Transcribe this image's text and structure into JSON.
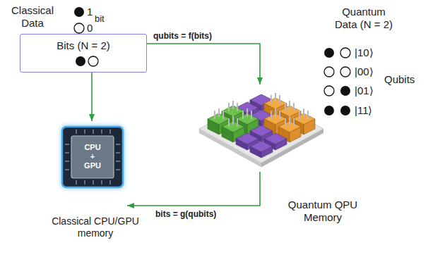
{
  "diagram": {
    "nodes": [
      {
        "text": [
          "Bits (N = 2)"
        ]
      },
      {
        "text": [
          "Quantum QPU Memory"
        ]
      },
      {
        "text": [
          "CPU + GPU",
          "Classical CPU/GPU memory"
        ]
      }
    ],
    "edges": [
      {
        "from": 0,
        "to": 1,
        "arrow": "to",
        "label": "qubits = f(bits)"
      },
      {
        "from": 0,
        "to": 2,
        "arrow": "to"
      },
      {
        "from": 1,
        "to": 2,
        "arrow": "to",
        "label": "bits = g(qubits)"
      }
    ],
    "labels": [
      "Classical Data",
      "1",
      "bit",
      "0",
      "Quantum Data (N = 2)",
      "|10⟩",
      "|00⟩",
      "|01⟩",
      "|11⟩",
      "Qubits"
    ]
  }
}
